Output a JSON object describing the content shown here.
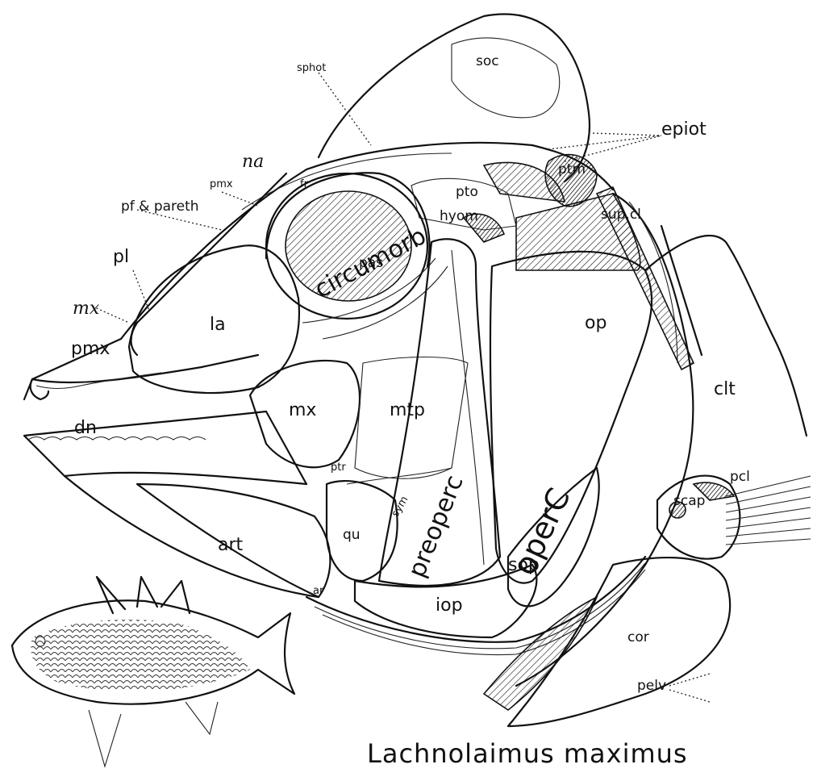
{
  "figure": {
    "caption": "Lachnolaimus maximus",
    "labels": {
      "soc": "soc",
      "sphot": "sphot",
      "epiot": "epiot",
      "na": "na",
      "pmx_top": "pmx",
      "fr": "fr",
      "ptm": "ptm",
      "pf_pareth": "pf & pareth",
      "pto": "pto",
      "hyom": "hyom",
      "supcl": "sup.cl",
      "pl": "pl",
      "circumorb": "circumorb",
      "pas": "pas",
      "mx_left": "mx",
      "la": "la",
      "op": "op",
      "pmx_left": "pmx",
      "clt": "clt",
      "mx_mid": "mx",
      "mtp": "mtp",
      "dn": "dn",
      "pcl": "pcl",
      "scap": "scap",
      "ptr": "ptr",
      "sym": "sym",
      "preoperc": "preoperc",
      "operc": "operC",
      "qu": "qu",
      "art": "art",
      "sop": "sop",
      "ar": "ar",
      "iop": "iop",
      "cor": "cor",
      "pelv": "pelv"
    }
  }
}
